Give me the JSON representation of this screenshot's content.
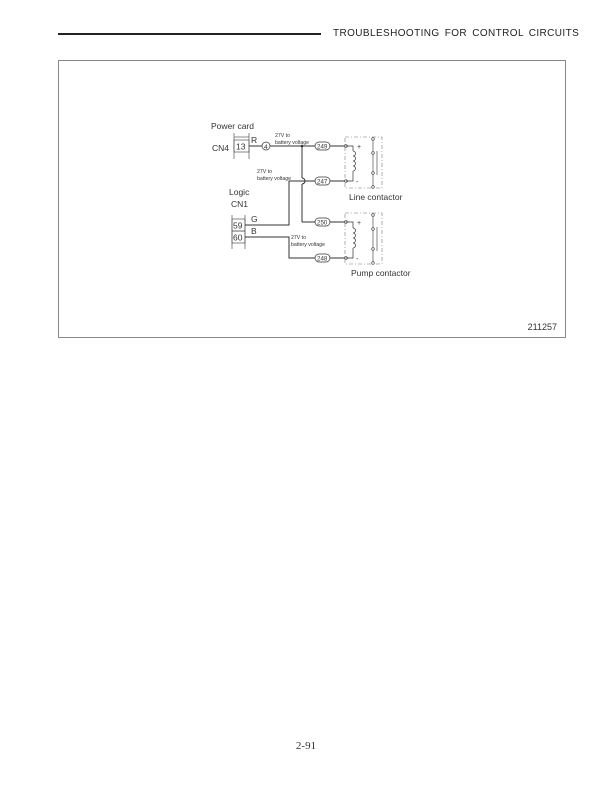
{
  "header": {
    "title": "TROUBLESHOOTING FOR CONTROL CIRCUITS"
  },
  "figure": {
    "id": "211257",
    "power_card": {
      "label": "Power card",
      "connector": "CN4",
      "pin": "13",
      "wire_color": "R",
      "wire_number": "4"
    },
    "logic": {
      "label": "Logic",
      "connector": "CN1",
      "pins": [
        {
          "pin": "59",
          "wire_color": "G"
        },
        {
          "pin": "60",
          "wire_color": "B"
        }
      ]
    },
    "voltage_notes": [
      {
        "line1": "27V to",
        "line2": "battery voltage"
      },
      {
        "line1": "27V to",
        "line2": "battery voltage"
      },
      {
        "line1": "27V to",
        "line2": "battery voltage"
      }
    ],
    "wires": [
      "249",
      "247",
      "250",
      "248"
    ],
    "contactors": [
      {
        "label": "Line contactor",
        "plus": "+",
        "minus": "-"
      },
      {
        "label": "Pump contactor",
        "plus": "+",
        "minus": "-"
      }
    ]
  },
  "footer": {
    "page_number": "2-91"
  }
}
